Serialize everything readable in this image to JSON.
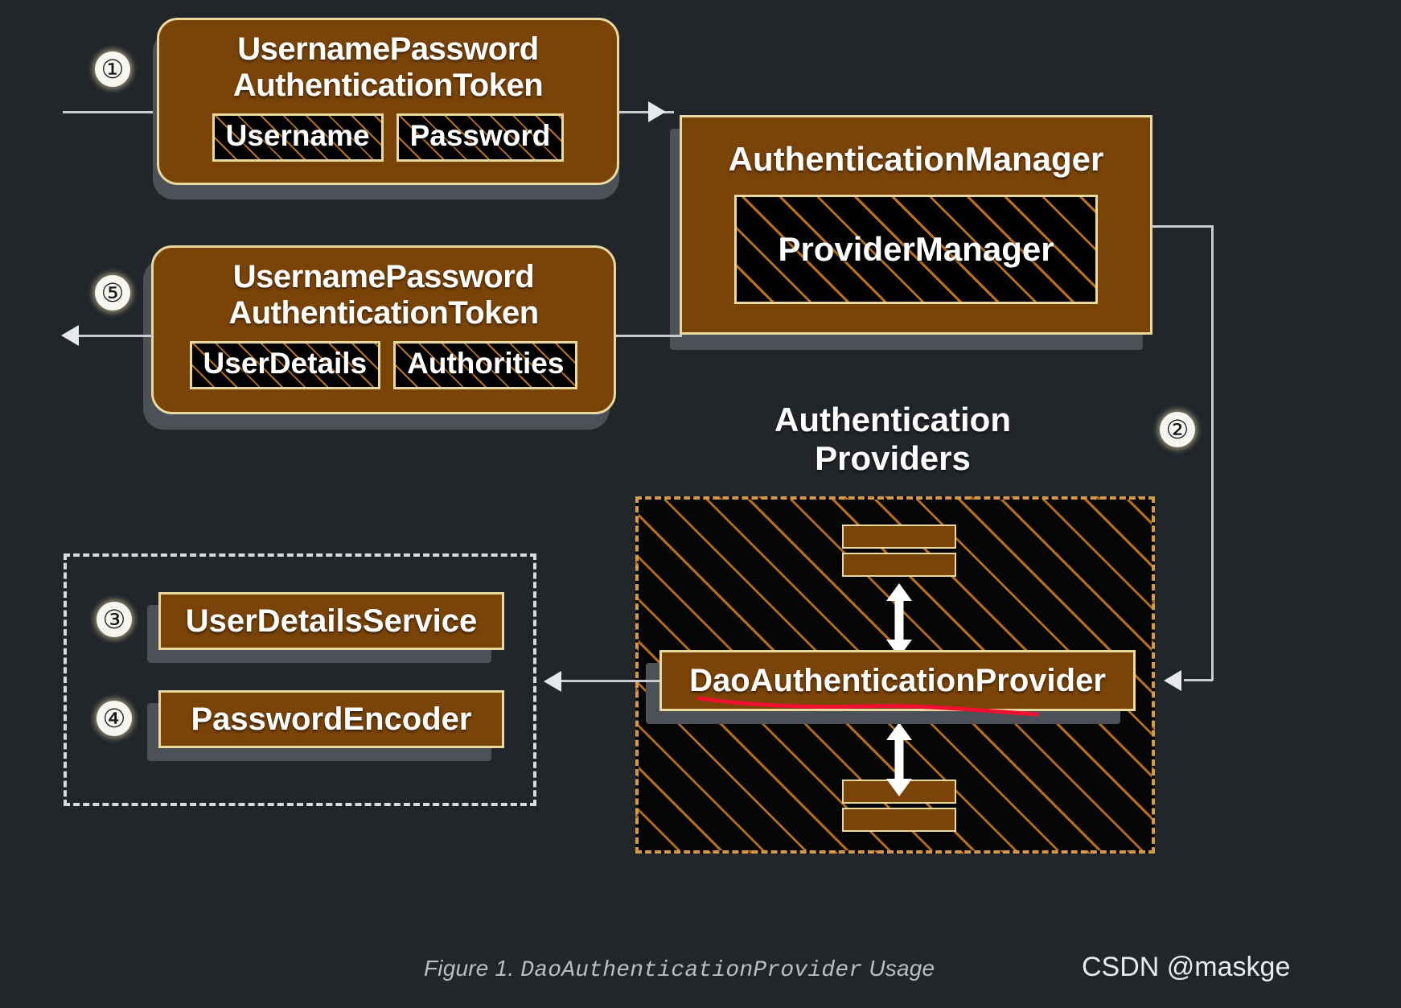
{
  "figure": {
    "caption_prefix": "Figure 1. ",
    "caption_mono": "DaoAuthenticationProvider",
    "caption_suffix": " Usage",
    "watermark": "CSDN @maskge"
  },
  "colors": {
    "background": "#22262b",
    "box_fill": "#7a4408",
    "box_border": "#e8d9a0",
    "hatch_line": "#c4761e",
    "hatch_fill": "#050505",
    "connector": "#c8cbcf",
    "annotation_red": "#f01030",
    "dashed_white": "#d8dadd",
    "dashed_orange": "#d39a4a",
    "text": "#ffffff"
  },
  "steps": [
    {
      "id": "step-1",
      "number": "①"
    },
    {
      "id": "step-2",
      "number": "②"
    },
    {
      "id": "step-3",
      "number": "③"
    },
    {
      "id": "step-4",
      "number": "④"
    },
    {
      "id": "step-5",
      "number": "⑤"
    }
  ],
  "request_token": {
    "title_line1": "UsernamePassword",
    "title_line2": "AuthenticationToken",
    "fields": [
      "Username",
      "Password"
    ]
  },
  "response_token": {
    "title_line1": "UsernamePassword",
    "title_line2": "AuthenticationToken",
    "fields": [
      "UserDetails",
      "Authorities"
    ]
  },
  "authentication_manager": {
    "title": "AuthenticationManager",
    "inner_title": "ProviderManager"
  },
  "providers": {
    "label_line1": "Authentication",
    "label_line2": "Providers",
    "dao_provider": "DaoAuthenticationProvider"
  },
  "services": {
    "user_details_service": "UserDetailsService",
    "password_encoder": "PasswordEncoder"
  }
}
